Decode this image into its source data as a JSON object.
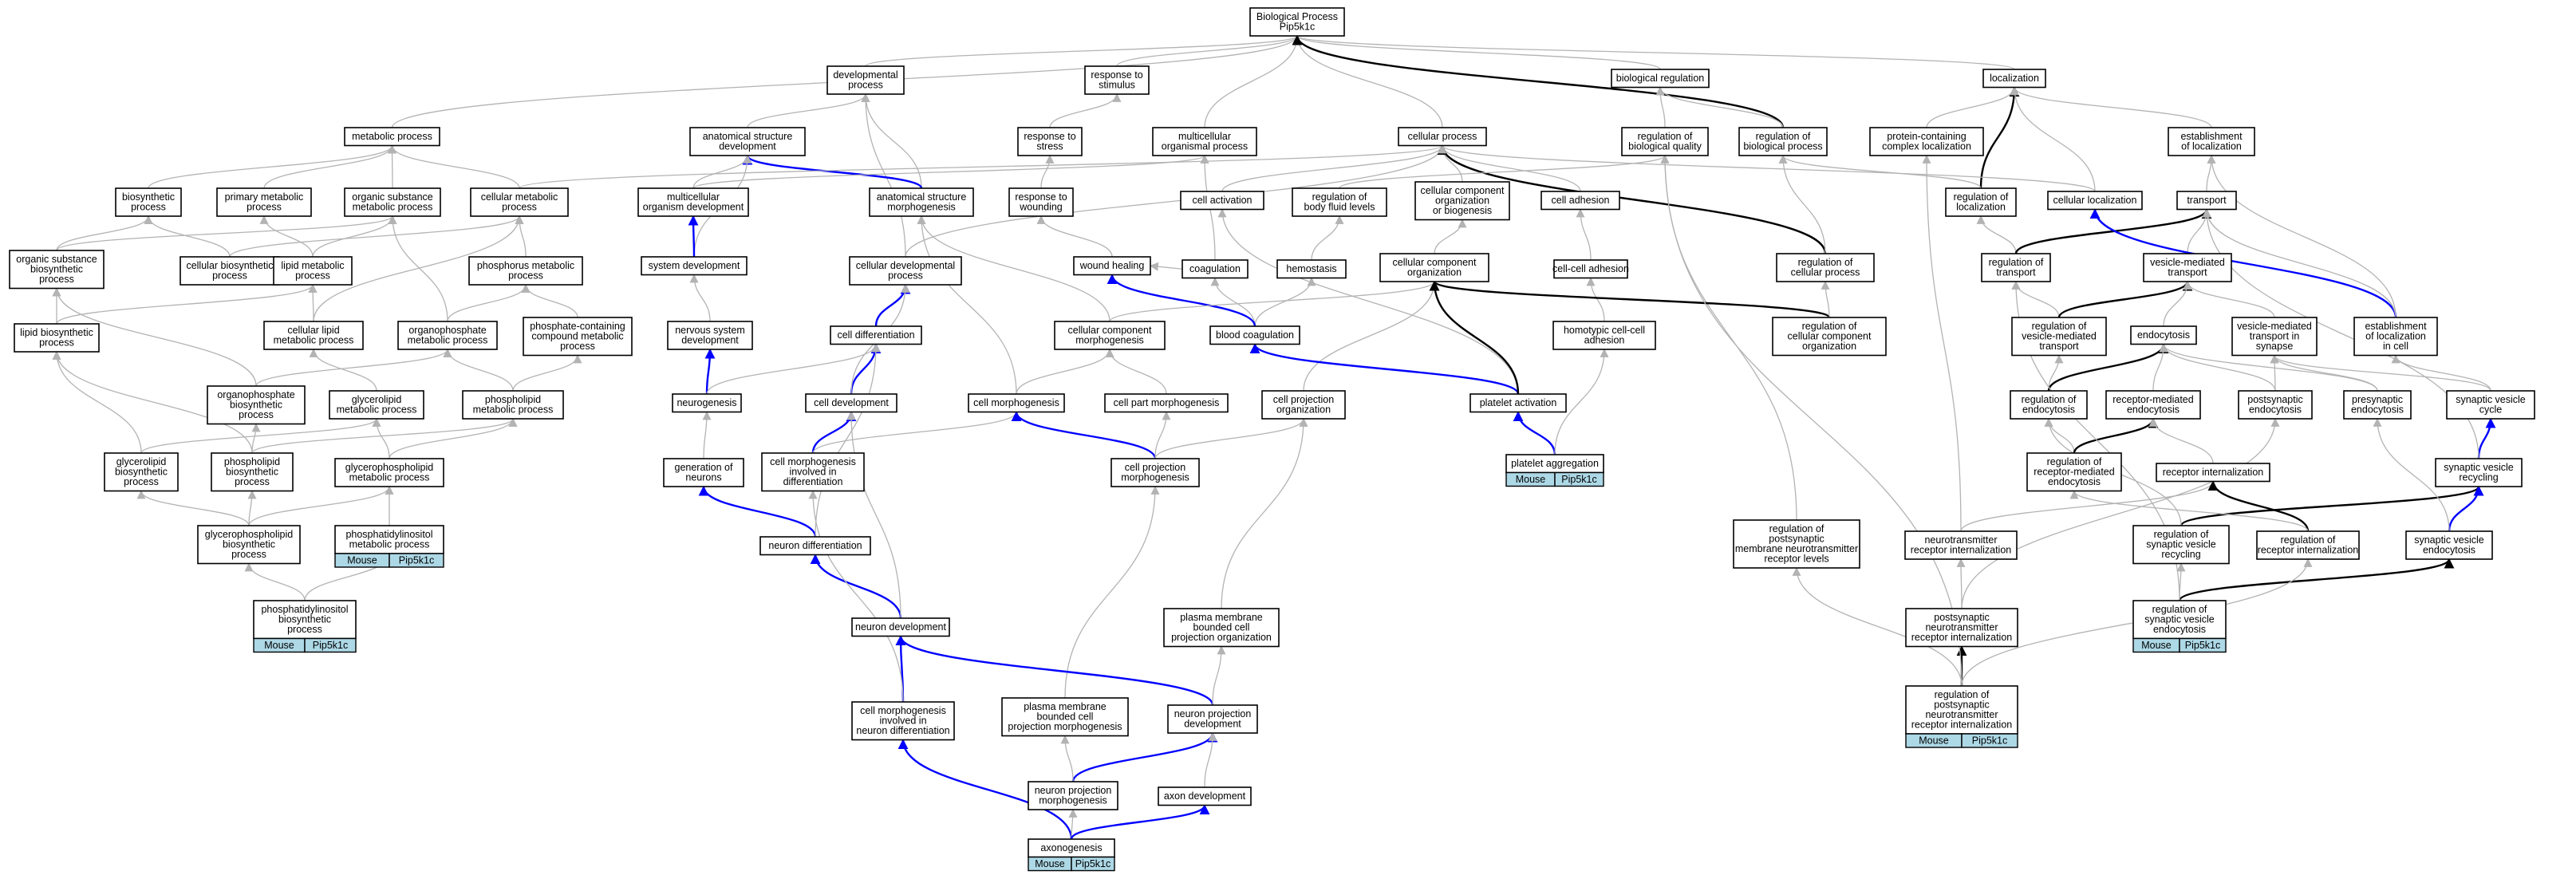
{
  "colors": {
    "gray_edge": "#b3b3b3",
    "black_edge": "#000000",
    "blue_edge": "#0000ff",
    "annotation_fill": "#add8e6"
  },
  "nodes": {
    "root": [
      "Biological Process",
      "Pip5k1c"
    ],
    "devproc": [
      "developmental",
      "process"
    ],
    "respstim": [
      "response to",
      "stimulus"
    ],
    "metab": [
      "metabolic process"
    ],
    "anatdev": [
      "anatomical structure",
      "development"
    ],
    "respstress": [
      "response to",
      "stress"
    ],
    "multiorg": [
      "multicellular",
      "organismal process"
    ],
    "cellproc": [
      "cellular process"
    ],
    "bioreg": [
      "biological regulation"
    ],
    "localization": [
      "localization"
    ],
    "regbq": [
      "regulation of",
      "biological quality"
    ],
    "regbp": [
      "regulation of",
      "biological process"
    ],
    "pcloc": [
      "protein-containing",
      "complex localization"
    ],
    "estloc": [
      "establishment",
      "of localization"
    ],
    "biosynth": [
      "biosynthetic",
      "process"
    ],
    "primmet": [
      "primary metabolic",
      "process"
    ],
    "orgsubmet": [
      "organic substance",
      "metabolic process"
    ],
    "cellmet": [
      "cellular metabolic",
      "process"
    ],
    "multidev": [
      "multicellular",
      "organism development"
    ],
    "anatmorph": [
      "anatomical structure",
      "morphogenesis"
    ],
    "respwound": [
      "response to",
      "wounding"
    ],
    "cellact": [
      "cell activation"
    ],
    "regbfl": [
      "regulation of",
      "body fluid levels"
    ],
    "ccob": [
      "cellular component",
      "organization",
      "or biogenesis"
    ],
    "celladh": [
      "cell adhesion"
    ],
    "regloc": [
      "regulation of",
      "localization"
    ],
    "cellloc": [
      "cellular localization"
    ],
    "transport": [
      "transport"
    ],
    "orgsubbio": [
      "organic substance",
      "biosynthetic",
      "process"
    ],
    "cellbio": [
      "cellular biosynthetic",
      "process"
    ],
    "lipidmet": [
      "lipid metabolic",
      "process"
    ],
    "phosmet": [
      "phosphorus metabolic",
      "process"
    ],
    "sysdev": [
      "system development"
    ],
    "celldevproc": [
      "cellular developmental",
      "process"
    ],
    "woundheal": [
      "wound healing"
    ],
    "coag": [
      "coagulation"
    ],
    "hemostasis": [
      "hemostasis"
    ],
    "ccorg": [
      "cellular component",
      "organization"
    ],
    "cclad": [
      "cell-cell adhesion"
    ],
    "regcp": [
      "regulation of",
      "cellular process"
    ],
    "regtrans": [
      "regulation of",
      "transport"
    ],
    "vesmed": [
      "vesicle-mediated",
      "transport"
    ],
    "lipidbio": [
      "lipid biosynthetic",
      "process"
    ],
    "celllipid": [
      "cellular lipid",
      "metabolic process"
    ],
    "organophos": [
      "organophosphate",
      "metabolic process"
    ],
    "phoscont": [
      "phosphate-containing",
      "compound metabolic",
      "process"
    ],
    "nervdev": [
      "nervous system",
      "development"
    ],
    "celldiff": [
      "cell differentiation"
    ],
    "ccmorph": [
      "cellular component",
      "morphogenesis"
    ],
    "bloodcoag": [
      "blood coagulation"
    ],
    "homotyp": [
      "homotypic cell-cell",
      "adhesion"
    ],
    "regccorg": [
      "regulation of",
      "cellular component",
      "organization"
    ],
    "regvesmed": [
      "regulation of",
      "vesicle-mediated",
      "transport"
    ],
    "endocytosis": [
      "endocytosis"
    ],
    "vesmedsyn": [
      "vesicle-mediated",
      "transport in",
      "synapse"
    ],
    "estlocincell": [
      "establishment",
      "of localization",
      "in cell"
    ],
    "orgphosbio": [
      "organophosphate",
      "biosynthetic",
      "process"
    ],
    "glycerolipid": [
      "glycerolipid",
      "metabolic process"
    ],
    "phospholipid": [
      "phospholipid",
      "metabolic process"
    ],
    "neurogenesis": [
      "neurogenesis"
    ],
    "celldev": [
      "cell development"
    ],
    "cellmorph": [
      "cell morphogenesis"
    ],
    "cellpartmorph": [
      "cell part morphogenesis"
    ],
    "cellprojorg": [
      "cell projection",
      "organization"
    ],
    "plateletact": [
      "platelet activation"
    ],
    "regendo": [
      "regulation of",
      "endocytosis"
    ],
    "recmedendo": [
      "receptor-mediated",
      "endocytosis"
    ],
    "postsynendo": [
      "postsynaptic",
      "endocytosis"
    ],
    "presynendo": [
      "presynaptic",
      "endocytosis"
    ],
    "synvescycle": [
      "synaptic vesicle",
      "cycle"
    ],
    "glycerolipidbio": [
      "glycerolipid",
      "biosynthetic",
      "process"
    ],
    "phospholipidbio": [
      "phospholipid",
      "biosynthetic",
      "process"
    ],
    "glycerophosmet": [
      "glycerophospholipid",
      "metabolic process"
    ],
    "genneurons": [
      "generation of",
      "neurons"
    ],
    "cellmorphdiff": [
      "cell morphogenesis",
      "involved in",
      "differentiation"
    ],
    "cellprojmorph": [
      "cell projection",
      "morphogenesis"
    ],
    "plateletagg": [
      "platelet aggregation"
    ],
    "regrecmed": [
      "regulation of",
      "receptor-mediated",
      "endocytosis"
    ],
    "recint": [
      "receptor internalization"
    ],
    "synvesrecyc": [
      "synaptic vesicle",
      "recycling"
    ],
    "glycerophosbio": [
      "glycerophospholipid",
      "biosynthetic",
      "process"
    ],
    "phosinosmet": [
      "phosphatidylinositol",
      "metabolic process"
    ],
    "neurondiff": [
      "neuron differentiation"
    ],
    "regpostsynlev": [
      "regulation of",
      "postsynaptic",
      "membrane neurotransmitter",
      "receptor levels"
    ],
    "ntrecint": [
      "neurotransmitter",
      "receptor internalization"
    ],
    "regsvrecyc": [
      "regulation of",
      "synaptic vesicle",
      "recycling"
    ],
    "regrecint": [
      "regulation of",
      "receptor internalization"
    ],
    "svendo": [
      "synaptic vesicle",
      "endocytosis"
    ],
    "phosinosbio": [
      "phosphatidylinositol",
      "biosynthetic",
      "process"
    ],
    "neurondev": [
      "neuron development"
    ],
    "pmbcpo": [
      "plasma membrane",
      "bounded cell",
      "projection organization"
    ],
    "postsynntri": [
      "postsynaptic",
      "neurotransmitter",
      "receptor internalization"
    ],
    "regsvendo": [
      "regulation of",
      "synaptic vesicle",
      "endocytosis"
    ],
    "cellmorphneur": [
      "cell morphogenesis",
      "involved in",
      "neuron differentiation"
    ],
    "pmbcpm": [
      "plasma membrane",
      "bounded cell",
      "projection morphogenesis"
    ],
    "neuronprojdev": [
      "neuron projection",
      "development"
    ],
    "regpostsynntri": [
      "regulation of",
      "postsynaptic",
      "neurotransmitter",
      "receptor internalization"
    ],
    "neuronprojmorph": [
      "neuron projection",
      "morphogenesis"
    ],
    "axondev": [
      "axon development"
    ],
    "axonogenesis": [
      "axonogenesis"
    ]
  },
  "annotations": {
    "plateletagg": [
      "Mouse",
      "Pip5k1c"
    ],
    "phosinosmet": [
      "Mouse",
      "Pip5k1c"
    ],
    "phosinosbio": [
      "Mouse",
      "Pip5k1c"
    ],
    "regsvendo": [
      "Mouse",
      "Pip5k1c"
    ],
    "regpostsynntri": [
      "Mouse",
      "Pip5k1c"
    ],
    "axonogenesis": [
      "Mouse",
      "Pip5k1c"
    ]
  },
  "edges": [
    [
      "devproc",
      "root",
      "gray"
    ],
    [
      "respstim",
      "root",
      "gray"
    ],
    [
      "metab",
      "root",
      "gray"
    ],
    [
      "multiorg",
      "root",
      "gray"
    ],
    [
      "cellproc",
      "root",
      "gray"
    ],
    [
      "bioreg",
      "root",
      "gray"
    ],
    [
      "localization",
      "root",
      "gray"
    ],
    [
      "regbp",
      "root",
      "black"
    ],
    [
      "respstress",
      "respstim",
      "gray"
    ],
    [
      "anatdev",
      "devproc",
      "gray"
    ],
    [
      "anatmorph",
      "devproc",
      "gray"
    ],
    [
      "celldevproc",
      "devproc",
      "gray"
    ],
    [
      "regbq",
      "bioreg",
      "gray"
    ],
    [
      "regbp",
      "bioreg",
      "gray"
    ],
    [
      "pcloc",
      "localization",
      "gray"
    ],
    [
      "estloc",
      "localization",
      "gray"
    ],
    [
      "regloc",
      "localization",
      "black"
    ],
    [
      "cellloc",
      "localization",
      "gray"
    ],
    [
      "multidev",
      "anatdev",
      "gray"
    ],
    [
      "anatmorph",
      "anatdev",
      "blue"
    ],
    [
      "multidev",
      "multiorg",
      "gray"
    ],
    [
      "sysdev",
      "anatdev",
      "gray"
    ],
    [
      "respwound",
      "respstress",
      "gray"
    ],
    [
      "woundheal",
      "respwound",
      "gray"
    ],
    [
      "biosynth",
      "metab",
      "gray"
    ],
    [
      "primmet",
      "metab",
      "gray"
    ],
    [
      "orgsubmet",
      "metab",
      "gray"
    ],
    [
      "cellmet",
      "metab",
      "gray"
    ],
    [
      "cellmet",
      "cellproc",
      "gray"
    ],
    [
      "cellact",
      "cellproc",
      "gray"
    ],
    [
      "ccob",
      "cellproc",
      "gray"
    ],
    [
      "celladh",
      "cellproc",
      "gray"
    ],
    [
      "celldevproc",
      "cellproc",
      "gray"
    ],
    [
      "regcp",
      "cellproc",
      "black"
    ],
    [
      "regcp",
      "regbp",
      "gray"
    ],
    [
      "regloc",
      "regbp",
      "gray"
    ],
    [
      "regbfl",
      "regbq",
      "gray"
    ],
    [
      "regpostsynlev",
      "regbq",
      "gray"
    ],
    [
      "cellloc",
      "cellproc",
      "gray"
    ],
    [
      "transport",
      "estloc",
      "gray"
    ],
    [
      "estlocincell",
      "estloc",
      "gray"
    ],
    [
      "orgsubbio",
      "biosynth",
      "gray"
    ],
    [
      "orgsubbio",
      "orgsubmet",
      "gray"
    ],
    [
      "cellbio",
      "biosynth",
      "gray"
    ],
    [
      "cellbio",
      "cellmet",
      "gray"
    ],
    [
      "lipidmet",
      "primmet",
      "gray"
    ],
    [
      "lipidmet",
      "orgsubmet",
      "gray"
    ],
    [
      "phosmet",
      "cellmet",
      "gray"
    ],
    [
      "sysdev",
      "multidev",
      "blue"
    ],
    [
      "coag",
      "multiorg",
      "gray"
    ],
    [
      "hemostasis",
      "regbfl",
      "gray"
    ],
    [
      "coag",
      "woundheal",
      "gray"
    ],
    [
      "bloodcoag",
      "coag",
      "gray"
    ],
    [
      "bloodcoag",
      "hemostasis",
      "gray"
    ],
    [
      "bloodcoag",
      "woundheal",
      "blue"
    ],
    [
      "ccorg",
      "ccob",
      "gray"
    ],
    [
      "cclad",
      "celladh",
      "gray"
    ],
    [
      "homotyp",
      "cclad",
      "gray"
    ],
    [
      "regccorg",
      "ccorg",
      "black"
    ],
    [
      "regccorg",
      "regcp",
      "gray"
    ],
    [
      "regtrans",
      "regloc",
      "gray"
    ],
    [
      "regtrans",
      "transport",
      "black"
    ],
    [
      "vesmed",
      "transport",
      "gray"
    ],
    [
      "regvesmed",
      "regtrans",
      "gray"
    ],
    [
      "regvesmed",
      "vesmed",
      "black"
    ],
    [
      "lipidbio",
      "lipidmet",
      "gray"
    ],
    [
      "lipidbio",
      "orgsubbio",
      "gray"
    ],
    [
      "celllipid",
      "lipidmet",
      "gray"
    ],
    [
      "celllipid",
      "cellmet",
      "gray"
    ],
    [
      "organophos",
      "phosmet",
      "gray"
    ],
    [
      "organophos",
      "orgsubmet",
      "gray"
    ],
    [
      "phoscont",
      "phosmet",
      "gray"
    ],
    [
      "nervdev",
      "sysdev",
      "gray"
    ],
    [
      "celldiff",
      "celldevproc",
      "blue"
    ],
    [
      "ccmorph",
      "anatmorph",
      "gray"
    ],
    [
      "ccmorph",
      "ccorg",
      "gray"
    ],
    [
      "endocytosis",
      "vesmed",
      "gray"
    ],
    [
      "vesmedsyn",
      "vesmed",
      "gray"
    ],
    [
      "estlocincell",
      "cellloc",
      "blue"
    ],
    [
      "estlocincell",
      "transport",
      "gray"
    ],
    [
      "orgphosbio",
      "organophos",
      "gray"
    ],
    [
      "orgphosbio",
      "orgsubbio",
      "gray"
    ],
    [
      "glycerolipid",
      "celllipid",
      "gray"
    ],
    [
      "phospholipid",
      "phoscont",
      "gray"
    ],
    [
      "phospholipid",
      "organophos",
      "gray"
    ],
    [
      "neurogenesis",
      "nervdev",
      "blue"
    ],
    [
      "neurogenesis",
      "celldiff",
      "gray"
    ],
    [
      "celldev",
      "celldiff",
      "blue"
    ],
    [
      "celldev",
      "celldevproc",
      "gray"
    ],
    [
      "cellmorph",
      "ccmorph",
      "gray"
    ],
    [
      "cellmorph",
      "anatmorph",
      "gray"
    ],
    [
      "cellpartmorph",
      "ccmorph",
      "gray"
    ],
    [
      "cellprojorg",
      "ccorg",
      "gray"
    ],
    [
      "plateletact",
      "bloodcoag",
      "blue"
    ],
    [
      "plateletact",
      "cellact",
      "gray"
    ],
    [
      "plateletact",
      "ccorg",
      "black"
    ],
    [
      "regendo",
      "regvesmed",
      "gray"
    ],
    [
      "regendo",
      "endocytosis",
      "black"
    ],
    [
      "recmedendo",
      "endocytosis",
      "gray"
    ],
    [
      "postsynendo",
      "endocytosis",
      "gray"
    ],
    [
      "postsynendo",
      "vesmedsyn",
      "gray"
    ],
    [
      "presynendo",
      "endocytosis",
      "gray"
    ],
    [
      "presynendo",
      "vesmedsyn",
      "gray"
    ],
    [
      "synvescycle",
      "vesmedsyn",
      "gray"
    ],
    [
      "synvescycle",
      "estlocincell",
      "gray"
    ],
    [
      "glycerolipidbio",
      "lipidbio",
      "gray"
    ],
    [
      "glycerolipidbio",
      "glycerolipid",
      "gray"
    ],
    [
      "phospholipidbio",
      "lipidbio",
      "gray"
    ],
    [
      "phospholipidbio",
      "orgphosbio",
      "gray"
    ],
    [
      "phospholipidbio",
      "phospholipid",
      "gray"
    ],
    [
      "glycerophosmet",
      "glycerolipid",
      "gray"
    ],
    [
      "glycerophosmet",
      "phospholipid",
      "gray"
    ],
    [
      "genneurons",
      "neurogenesis",
      "gray"
    ],
    [
      "cellmorphdiff",
      "celldev",
      "blue"
    ],
    [
      "cellmorphdiff",
      "cellmorph",
      "gray"
    ],
    [
      "cellprojmorph",
      "cellmorph",
      "blue"
    ],
    [
      "cellprojmorph",
      "cellpartmorph",
      "gray"
    ],
    [
      "cellprojmorph",
      "cellprojorg",
      "gray"
    ],
    [
      "plateletagg",
      "plateletact",
      "blue"
    ],
    [
      "plateletagg",
      "homotyp",
      "gray"
    ],
    [
      "regrecmed",
      "regendo",
      "gray"
    ],
    [
      "regrecmed",
      "recmedendo",
      "black"
    ],
    [
      "recint",
      "recmedendo",
      "gray"
    ],
    [
      "synvesrecyc",
      "synvescycle",
      "blue"
    ],
    [
      "synvesrecyc",
      "transport",
      "gray"
    ],
    [
      "glycerophosbio",
      "glycerolipidbio",
      "gray"
    ],
    [
      "glycerophosbio",
      "phospholipidbio",
      "gray"
    ],
    [
      "glycerophosbio",
      "glycerophosmet",
      "gray"
    ],
    [
      "phosinosmet",
      "glycerophosmet",
      "gray"
    ],
    [
      "neurondiff",
      "genneurons",
      "blue"
    ],
    [
      "neurondiff",
      "celldiff",
      "gray"
    ],
    [
      "ntrecint",
      "recint",
      "gray"
    ],
    [
      "ntrecint",
      "pcloc",
      "gray"
    ],
    [
      "regsvrecyc",
      "synvesrecyc",
      "black"
    ],
    [
      "regsvrecyc",
      "regendo",
      "gray"
    ],
    [
      "regrecint",
      "recint",
      "black"
    ],
    [
      "regrecint",
      "regrecmed",
      "gray"
    ],
    [
      "svendo",
      "synvesrecyc",
      "blue"
    ],
    [
      "svendo",
      "presynendo",
      "gray"
    ],
    [
      "phosinosbio",
      "glycerophosbio",
      "gray"
    ],
    [
      "phosinosbio",
      "phosinosmet",
      "gray"
    ],
    [
      "neurondev",
      "neurondiff",
      "blue"
    ],
    [
      "neurondev",
      "celldev",
      "gray"
    ],
    [
      "pmbcpo",
      "cellprojorg",
      "gray"
    ],
    [
      "postsynntri",
      "ntrecint",
      "gray"
    ],
    [
      "postsynntri",
      "postsynendo",
      "gray"
    ],
    [
      "regsvendo",
      "svendo",
      "black"
    ],
    [
      "regsvendo",
      "regsvrecyc",
      "gray"
    ],
    [
      "regsvendo",
      "regtrans",
      "gray"
    ],
    [
      "cellmorphneur",
      "neurondev",
      "blue"
    ],
    [
      "cellmorphneur",
      "cellmorphdiff",
      "gray"
    ],
    [
      "pmbcpm",
      "cellprojmorph",
      "gray"
    ],
    [
      "neuronprojdev",
      "neurondev",
      "blue"
    ],
    [
      "neuronprojdev",
      "pmbcpo",
      "gray"
    ],
    [
      "regpostsynntri",
      "postsynntri",
      "black"
    ],
    [
      "regpostsynntri",
      "regrecint",
      "gray"
    ],
    [
      "regpostsynntri",
      "regpostsynlev",
      "gray"
    ],
    [
      "regpostsynntri",
      "regbq",
      "gray"
    ],
    [
      "neuronprojmorph",
      "neuronprojdev",
      "blue"
    ],
    [
      "neuronprojmorph",
      "pmbcpm",
      "gray"
    ],
    [
      "axondev",
      "neuronprojdev",
      "gray"
    ],
    [
      "axonogenesis",
      "cellmorphneur",
      "blue"
    ],
    [
      "axonogenesis",
      "neuronprojmorph",
      "gray"
    ],
    [
      "axonogenesis",
      "axondev",
      "blue"
    ]
  ]
}
